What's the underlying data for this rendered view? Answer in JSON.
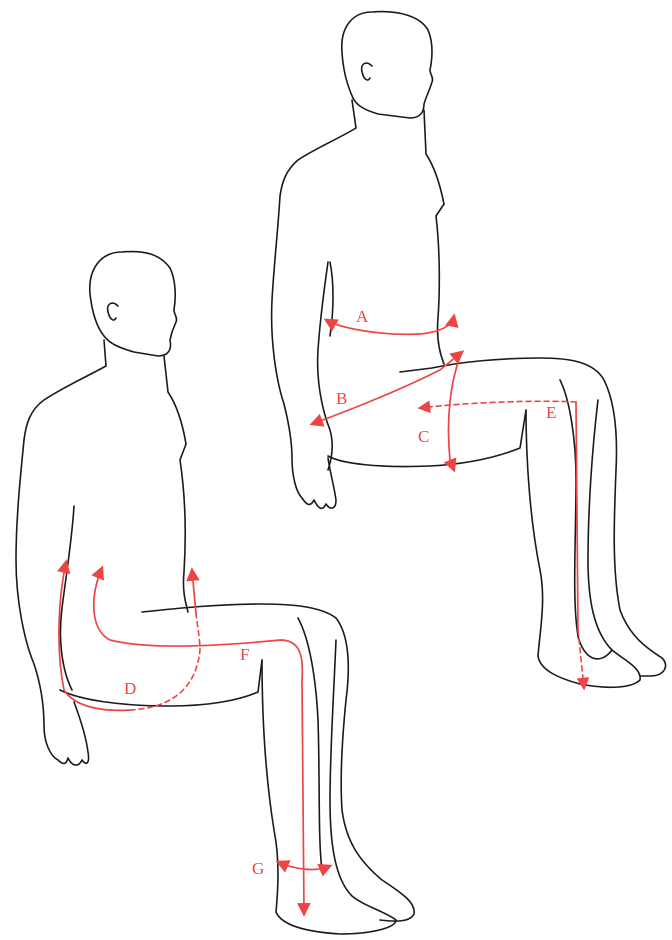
{
  "colors": {
    "outline": "#1a1a1a",
    "measurement": "#ee4444",
    "background": "#ffffff"
  },
  "labels": {
    "a": "A",
    "b": "B",
    "c": "C",
    "d": "D",
    "e": "E",
    "f": "F",
    "g": "G"
  }
}
